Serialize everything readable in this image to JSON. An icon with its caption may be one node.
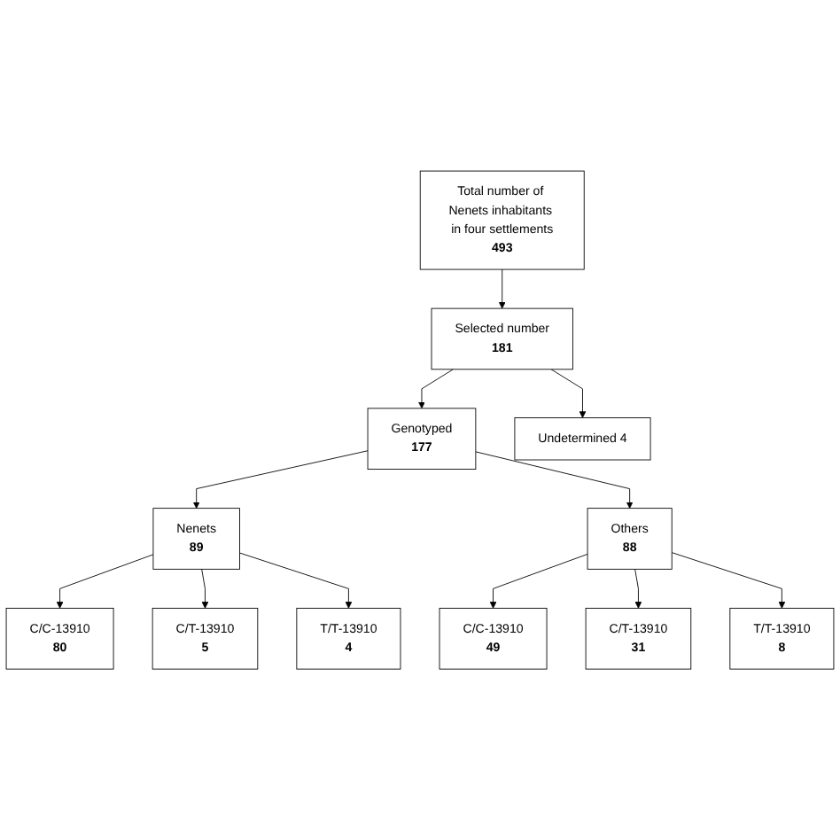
{
  "diagram": {
    "nodes": [
      {
        "text": [
          "Total number of Nenets inhabitants in four settlements",
          "493"
        ]
      },
      {
        "text": [
          "Selected number",
          "181"
        ]
      },
      {
        "text": [
          "Genotyped",
          "177"
        ]
      },
      {
        "text": [
          "Undetermined 4"
        ]
      },
      {
        "text": [
          "Nenets",
          "89"
        ]
      },
      {
        "text": [
          "Others",
          "88"
        ]
      },
      {
        "text": [
          "C/C-13910",
          "80"
        ]
      },
      {
        "text": [
          "C/T-13910",
          "5"
        ]
      },
      {
        "text": [
          "T/T-13910",
          "4"
        ]
      },
      {
        "text": [
          "C/C-13910",
          "49"
        ]
      },
      {
        "text": [
          "C/T-13910",
          "31"
        ]
      },
      {
        "text": [
          "T/T-13910",
          "8"
        ]
      }
    ],
    "edges": [
      {
        "from": 0,
        "to": 1,
        "arrow": "to"
      },
      {
        "from": 1,
        "to": 2,
        "arrow": "to"
      },
      {
        "from": 1,
        "to": 3,
        "arrow": "to"
      },
      {
        "from": 2,
        "to": 4,
        "arrow": "to"
      },
      {
        "from": 2,
        "to": 5,
        "arrow": "to"
      },
      {
        "from": 4,
        "to": 6,
        "arrow": "to"
      },
      {
        "from": 4,
        "to": 7,
        "arrow": "to"
      },
      {
        "from": 4,
        "to": 8,
        "arrow": "to"
      },
      {
        "from": 5,
        "to": 9,
        "arrow": "to"
      },
      {
        "from": 5,
        "to": 10,
        "arrow": "to"
      },
      {
        "from": 5,
        "to": 11,
        "arrow": "to"
      }
    ]
  }
}
